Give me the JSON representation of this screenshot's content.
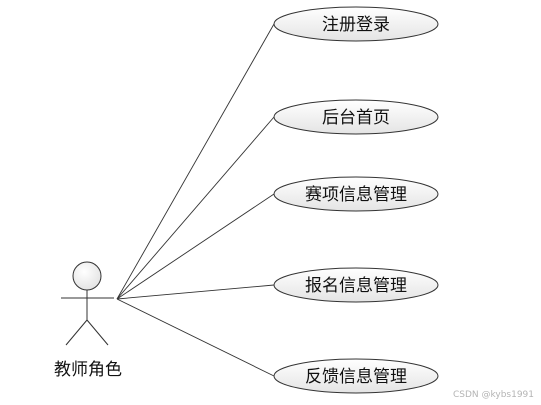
{
  "actor": {
    "label": "教师角色"
  },
  "use_cases": [
    {
      "id": "register",
      "label": "注册登录"
    },
    {
      "id": "home",
      "label": "后台首页"
    },
    {
      "id": "event",
      "label": "赛项信息管理"
    },
    {
      "id": "signup",
      "label": "报名信息管理"
    },
    {
      "id": "feedback",
      "label": "反馈信息管理"
    }
  ],
  "watermark": "CSDN @kybs1991",
  "colors": {
    "ellipse_fill_top": "#ffffff",
    "ellipse_fill_bottom": "#e4e4e4",
    "stroke": "#333333"
  }
}
